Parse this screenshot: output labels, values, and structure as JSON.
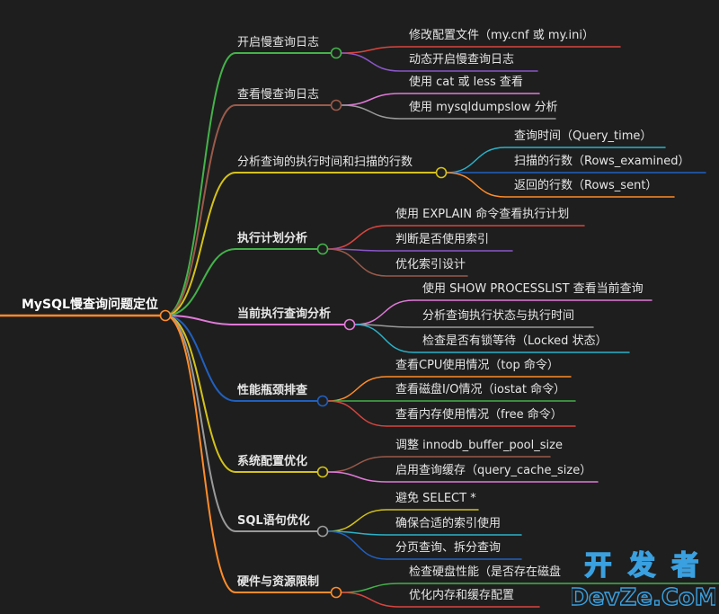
{
  "root": {
    "label": "MySQL慢查询问题定位",
    "color": "#ff8c2a"
  },
  "branches": [
    {
      "label": "开启慢查询日志",
      "bold": false,
      "color": "#44b24a",
      "children": [
        {
          "label": "修改配置文件（my.cnf 或 my.ini）",
          "color": "#d8453f"
        },
        {
          "label": "动态开启慢查询日志",
          "color": "#8a56c8"
        }
      ]
    },
    {
      "label": "查看慢查询日志",
      "bold": false,
      "color": "#9a5a4a",
      "children": [
        {
          "label": "使用 cat 或 less 查看",
          "color": "#e07ad8"
        },
        {
          "label": "使用 mysqldumpslow 分析",
          "color": "#9a9a9a"
        }
      ]
    },
    {
      "label": "分析查询的执行时间和扫描的行数",
      "bold": false,
      "color": "#d4c21a",
      "children": [
        {
          "label": "查询时间（Query_time）",
          "color": "#2ab2c8"
        },
        {
          "label": "扫描的行数（Rows_examined）",
          "color": "#2060c0"
        },
        {
          "label": "返回的行数（Rows_sent）",
          "color": "#ff8c2a"
        }
      ]
    },
    {
      "label": "执行计划分析",
      "bold": true,
      "color": "#44b24a",
      "children": [
        {
          "label": "使用 EXPLAIN 命令查看执行计划",
          "color": "#d8453f"
        },
        {
          "label": "判断是否使用索引",
          "color": "#8a56c8"
        },
        {
          "label": "优化索引设计",
          "color": "#9a5a4a"
        }
      ]
    },
    {
      "label": "当前执行查询分析",
      "bold": true,
      "color": "#e07ad8",
      "children": [
        {
          "label": "使用 SHOW PROCESSLIST 查看当前查询",
          "color": "#e07ad8"
        },
        {
          "label": "分析查询执行状态与执行时间",
          "color": "#9a9a9a"
        },
        {
          "label": "检查是否有锁等待（Locked 状态）",
          "color": "#2ab2c8"
        }
      ]
    },
    {
      "label": "性能瓶颈排查",
      "bold": true,
      "color": "#2060c0",
      "children": [
        {
          "label": "查看CPU使用情况（top 命令）",
          "color": "#ff8c2a"
        },
        {
          "label": "查看磁盘I/O情况（iostat 命令）",
          "color": "#44b24a"
        },
        {
          "label": "查看内存使用情况（free 命令）",
          "color": "#d8453f"
        }
      ]
    },
    {
      "label": "系统配置优化",
      "bold": true,
      "color": "#d4c21a",
      "children": [
        {
          "label": "调整 innodb_buffer_pool_size",
          "color": "#9a5a4a"
        },
        {
          "label": "启用查询缓存（query_cache_size）",
          "color": "#e07ad8"
        }
      ]
    },
    {
      "label": "SQL语句优化",
      "bold": true,
      "color": "#9a9a9a",
      "children": [
        {
          "label": "避免 SELECT *",
          "color": "#d4c21a"
        },
        {
          "label": "确保合适的索引使用",
          "color": "#2ab2c8"
        },
        {
          "label": "分页查询、拆分查询",
          "color": "#2060c0"
        }
      ]
    },
    {
      "label": "硬件与资源限制",
      "bold": true,
      "color": "#ff8c2a",
      "children": [
        {
          "label": "检查硬盘性能（是否存在磁盘",
          "color": "#44b24a"
        },
        {
          "label": "优化内存和缓存配置",
          "color": "#d8453f"
        }
      ]
    }
  ],
  "watermark": {
    "line1": "开 发 者",
    "line2": "DevZe.CoM",
    "color": "#3aa0e0"
  }
}
